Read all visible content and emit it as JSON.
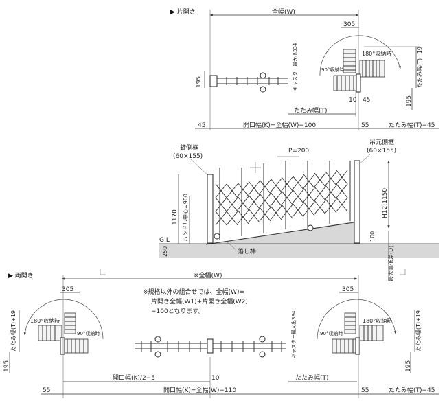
{
  "sections": {
    "single": {
      "header": "▶ 片開き",
      "full_width": "全幅(W)",
      "dim_305": "305",
      "dim_195": "195",
      "stored_180": "180°収納時",
      "stored_90": "90°収納時",
      "caster_max": "キャスター最大出334",
      "fold_width_t19": "たたみ幅(T)+19",
      "dim_195_right": "195",
      "dim_10": "10",
      "dim_45_inner": "45",
      "fold_width_t": "たたみ幅(T)",
      "dim_45_left": "45",
      "opening_width": "開口幅(K)=全幅(W)−100",
      "dim_55": "55",
      "fold_width_t45": "たたみ幅(T)−45"
    },
    "elevation": {
      "lock_frame": "錠側框",
      "lock_frame_size": "(60×155)",
      "pitch": "P=200",
      "hinge_frame": "吊元側框",
      "hinge_frame_size": "(60×155)",
      "h1170": "1170",
      "handle_center": "ハンドル中心=900",
      "h_range": "H12:1150",
      "gl": "G.L",
      "dim_250": "250",
      "dim_100": "100",
      "drop_bar": "落し棒",
      "max_height_diff": "最大高低差(D)"
    },
    "double": {
      "header": "▶ 両開き",
      "full_width": "※全幅(W)",
      "note_line1": "※規格以外の組合せでは、全幅(W)=",
      "note_line2": "片開き全幅(W1)+片開き全幅(W2)",
      "note_line3": "−100となります。",
      "left": {
        "dim_305": "305",
        "fold_width_t19": "たたみ幅(T)+19",
        "stored_180": "180°収納時",
        "stored_90": "90°収納時",
        "dim_195": "195"
      },
      "right": {
        "dim_305": "305",
        "stored_180": "180°収納時",
        "stored_90": "90°収納時",
        "fold_width_t19": "たたみ幅(T)+19",
        "dim_195": "195"
      },
      "caster_max": "キャスター最大出334",
      "half_opening": "開口幅(K)/2−5",
      "dim_10": "10",
      "fold_width_t": "たたみ幅(T)",
      "dim_55_left": "55",
      "opening_width": "開口幅(K)=全幅(W)−110",
      "dim_55_right": "55",
      "fold_width_t45": "たたみ幅(T)−45"
    }
  }
}
